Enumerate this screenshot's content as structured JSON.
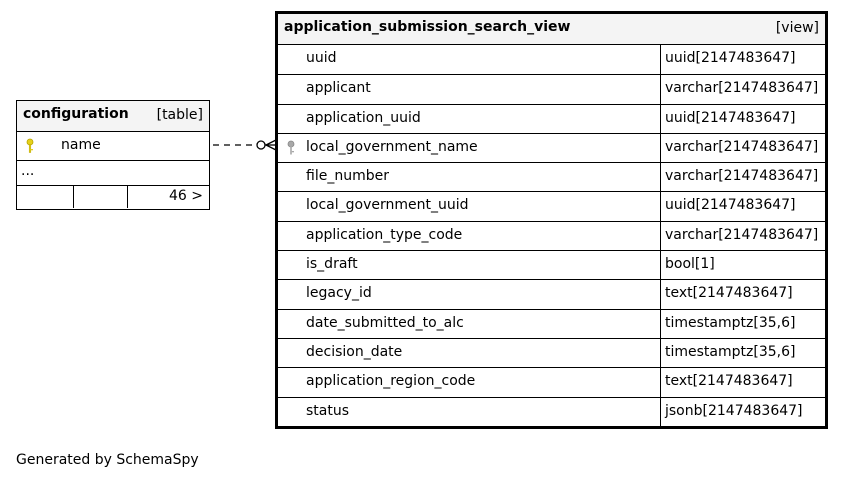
{
  "configuration": {
    "name": "configuration",
    "type": "[table]",
    "columns": [
      {
        "name": "name",
        "key": "primary-key"
      }
    ],
    "ellipsis": "...",
    "related_count": "46 >"
  },
  "view": {
    "name": "application_submission_search_view",
    "type": "[view]",
    "columns": [
      {
        "name": "uuid",
        "type": "uuid[2147483647]"
      },
      {
        "name": "applicant",
        "type": "varchar[2147483647]"
      },
      {
        "name": "application_uuid",
        "type": "uuid[2147483647]"
      },
      {
        "name": "local_government_name",
        "type": "varchar[2147483647]",
        "key": "foreign-key"
      },
      {
        "name": "file_number",
        "type": "varchar[2147483647]"
      },
      {
        "name": "local_government_uuid",
        "type": "uuid[2147483647]"
      },
      {
        "name": "application_type_code",
        "type": "varchar[2147483647]"
      },
      {
        "name": "is_draft",
        "type": "bool[1]"
      },
      {
        "name": "legacy_id",
        "type": "text[2147483647]"
      },
      {
        "name": "date_submitted_to_alc",
        "type": "timestamptz[35,6]"
      },
      {
        "name": "decision_date",
        "type": "timestamptz[35,6]"
      },
      {
        "name": "application_region_code",
        "type": "text[2147483647]"
      },
      {
        "name": "status",
        "type": "jsonb[2147483647]"
      }
    ]
  },
  "footer": "Generated by SchemaSpy",
  "colors": {
    "pk_key": "#e6d11a",
    "fk_key": "#a8a8a8"
  }
}
